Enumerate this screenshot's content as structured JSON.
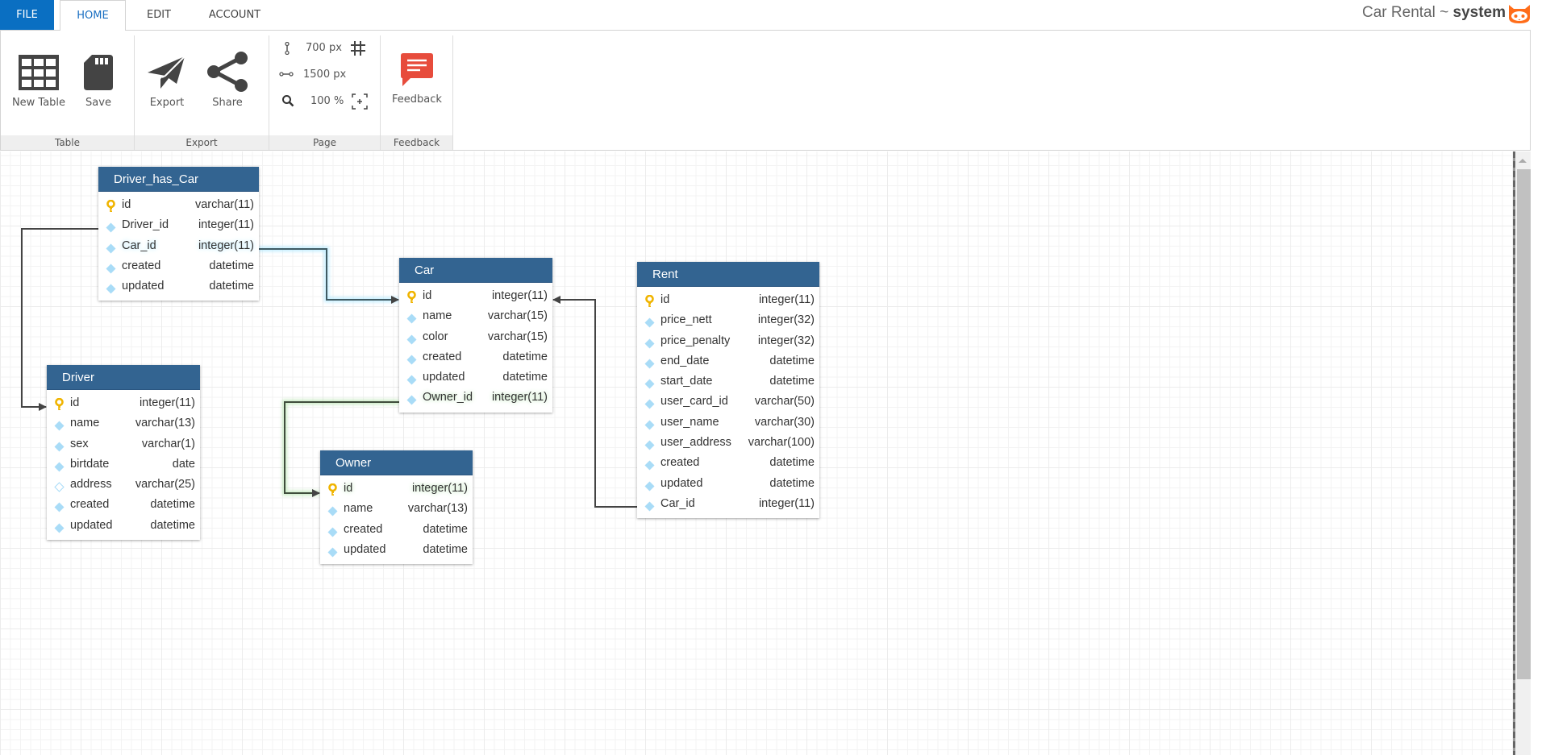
{
  "tabs": [
    {
      "label": "FILE"
    },
    {
      "label": "HOME"
    },
    {
      "label": "EDIT"
    },
    {
      "label": "ACCOUNT"
    }
  ],
  "header": {
    "app_name": "Car Rental ~ ",
    "user": "system"
  },
  "ribbon": {
    "groups": [
      {
        "label": "Table",
        "buttons": [
          {
            "label": "New Table",
            "icon": "table-grid-icon"
          },
          {
            "label": "Save",
            "icon": "sd-card-icon"
          }
        ]
      },
      {
        "label": "Export",
        "buttons": [
          {
            "label": "Export",
            "icon": "paper-plane-icon"
          },
          {
            "label": "Share",
            "icon": "share-icon"
          }
        ]
      },
      {
        "label": "Page",
        "height": "700 px",
        "width": "1500 px",
        "zoom": "100 %"
      },
      {
        "label": "Feedback",
        "buttons": [
          {
            "label": "Feedback",
            "icon": "feedback-icon"
          }
        ]
      }
    ]
  },
  "colors": {
    "accent": "#0a6fc2",
    "table_header": "#336491",
    "feedback": "#e74c3c",
    "avatar": "#ff6d1a",
    "key": "#f0b400",
    "diamond": "#a9dcf7"
  },
  "tables": {
    "driver_has_car": {
      "name": "Driver_has_Car",
      "columns": [
        {
          "name": "id",
          "type": "varchar(11)",
          "kind": "pk"
        },
        {
          "name": "Driver_id",
          "type": "integer(11)",
          "kind": "col"
        },
        {
          "name": "Car_id",
          "type": "integer(11)",
          "kind": "col"
        },
        {
          "name": "created",
          "type": "datetime",
          "kind": "col"
        },
        {
          "name": "updated",
          "type": "datetime",
          "kind": "col"
        }
      ]
    },
    "car": {
      "name": "Car",
      "columns": [
        {
          "name": "id",
          "type": "integer(11)",
          "kind": "pk"
        },
        {
          "name": "name",
          "type": "varchar(15)",
          "kind": "col"
        },
        {
          "name": "color",
          "type": "varchar(15)",
          "kind": "col"
        },
        {
          "name": "created",
          "type": "datetime",
          "kind": "col"
        },
        {
          "name": "updated",
          "type": "datetime",
          "kind": "col"
        },
        {
          "name": "Owner_id",
          "type": "integer(11)",
          "kind": "col"
        }
      ]
    },
    "rent": {
      "name": "Rent",
      "columns": [
        {
          "name": "id",
          "type": "integer(11)",
          "kind": "pk"
        },
        {
          "name": "price_nett",
          "type": "integer(32)",
          "kind": "col"
        },
        {
          "name": "price_penalty",
          "type": "integer(32)",
          "kind": "col"
        },
        {
          "name": "end_date",
          "type": "datetime",
          "kind": "col"
        },
        {
          "name": "start_date",
          "type": "datetime",
          "kind": "col"
        },
        {
          "name": "user_card_id",
          "type": "varchar(50)",
          "kind": "col"
        },
        {
          "name": "user_name",
          "type": "varchar(30)",
          "kind": "col"
        },
        {
          "name": "user_address",
          "type": "varchar(100)",
          "kind": "col"
        },
        {
          "name": "created",
          "type": "datetime",
          "kind": "col"
        },
        {
          "name": "updated",
          "type": "datetime",
          "kind": "col"
        },
        {
          "name": "Car_id",
          "type": "integer(11)",
          "kind": "col"
        }
      ]
    },
    "driver": {
      "name": "Driver",
      "columns": [
        {
          "name": "id",
          "type": "integer(11)",
          "kind": "pk"
        },
        {
          "name": "name",
          "type": "varchar(13)",
          "kind": "col"
        },
        {
          "name": "sex",
          "type": "varchar(1)",
          "kind": "col"
        },
        {
          "name": "birtdate",
          "type": "date",
          "kind": "col"
        },
        {
          "name": "address",
          "type": "varchar(25)",
          "kind": "nullable"
        },
        {
          "name": "created",
          "type": "datetime",
          "kind": "col"
        },
        {
          "name": "updated",
          "type": "datetime",
          "kind": "col"
        }
      ]
    },
    "owner": {
      "name": "Owner",
      "columns": [
        {
          "name": "id",
          "type": "integer(11)",
          "kind": "pk"
        },
        {
          "name": "name",
          "type": "varchar(13)",
          "kind": "col"
        },
        {
          "name": "created",
          "type": "datetime",
          "kind": "col"
        },
        {
          "name": "updated",
          "type": "datetime",
          "kind": "col"
        }
      ]
    }
  },
  "relations": [
    {
      "from": "Driver_has_Car.Driver_id",
      "to": "Driver.id"
    },
    {
      "from": "Driver_has_Car.Car_id",
      "to": "Car.id"
    },
    {
      "from": "Car.Owner_id",
      "to": "Owner.id"
    },
    {
      "from": "Rent.Car_id",
      "to": "Car.id"
    }
  ]
}
